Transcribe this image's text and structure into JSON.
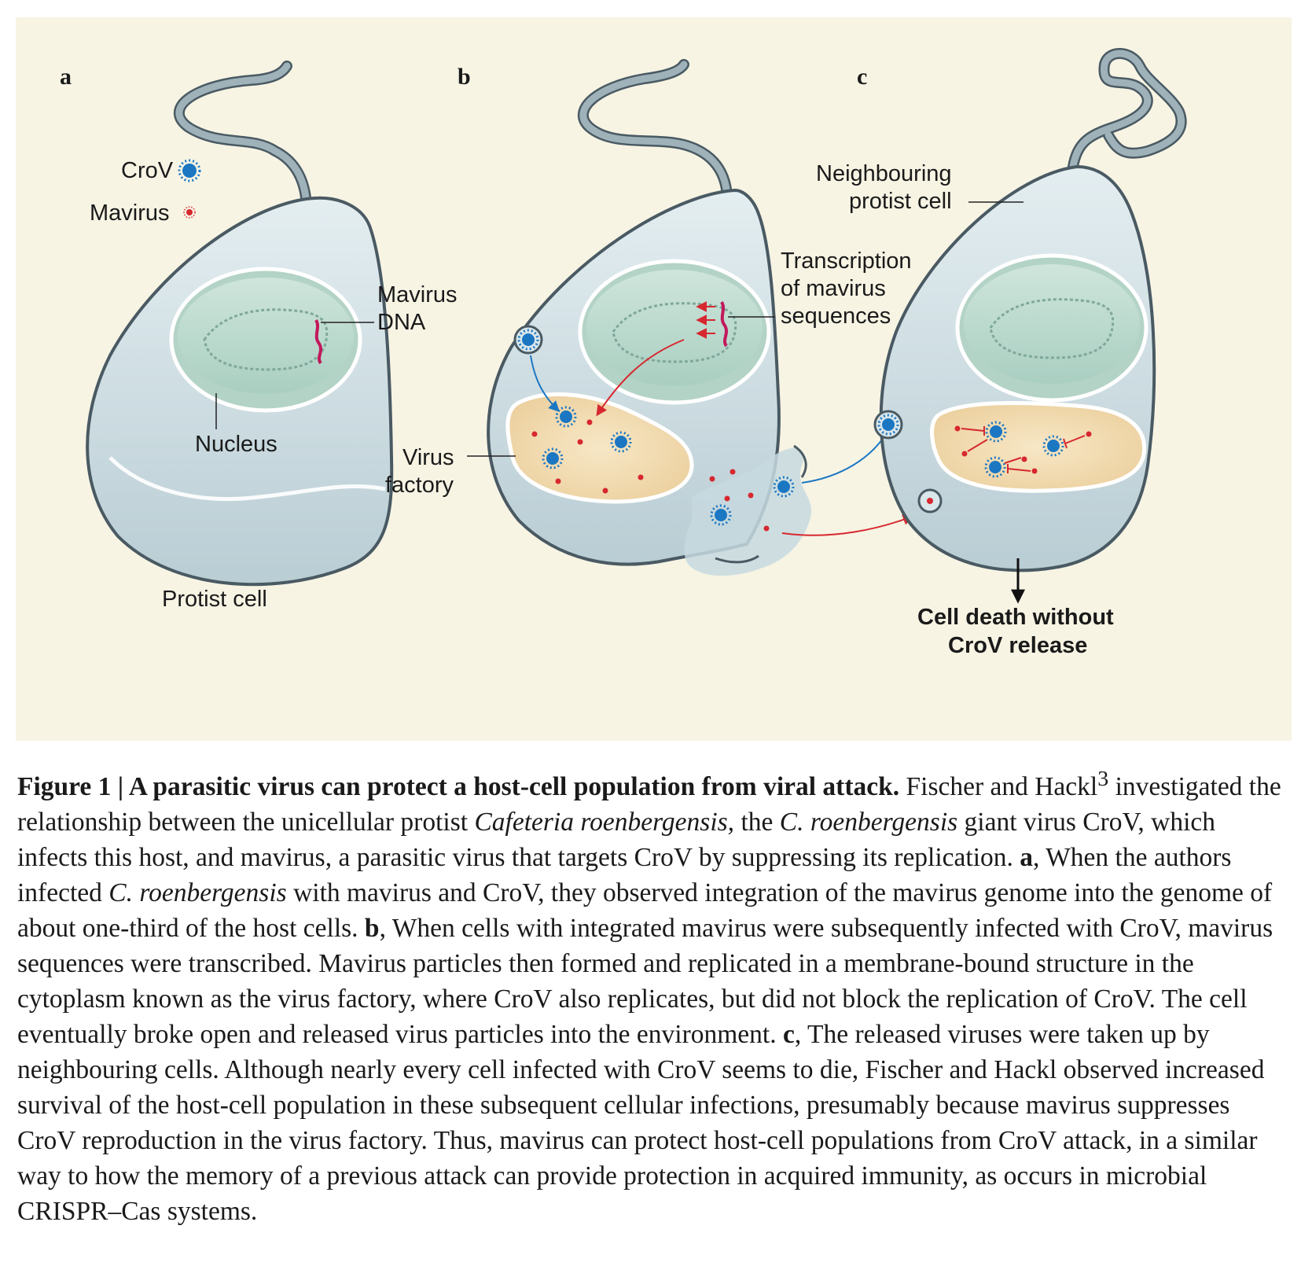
{
  "colors": {
    "background": "#f7f4e4",
    "cell_fill": "#d9e6ea",
    "cell_stroke": "#4a5a63",
    "nucleus_fill": "#bcd9cf",
    "factory_fill": "#f2ddb5",
    "crov": "#1c77c3",
    "mavirus": "#d7282f"
  },
  "diagram": {
    "panel_a": {
      "letter": "a",
      "legend_crov": "CroV",
      "legend_mavirus": "Mavirus",
      "mavirus_dna_line1": "Mavirus",
      "mavirus_dna_line2": "DNA",
      "nucleus": "Nucleus",
      "protist_cell": "Protist cell"
    },
    "panel_b": {
      "letter": "b",
      "transcription_line1": "Transcription",
      "transcription_line2": "of mavirus",
      "transcription_line3": "sequences",
      "virus_factory_line1": "Virus",
      "virus_factory_line2": "factory"
    },
    "panel_c": {
      "letter": "c",
      "neighbour_line1": "Neighbouring",
      "neighbour_line2": "protist cell",
      "death_line1": "Cell death without",
      "death_line2": "CroV release"
    }
  },
  "caption": {
    "title": "Figure 1 | A parasitic virus can protect a host-cell population from viral attack.",
    "s1": " Fischer and Hackl",
    "ref": "3",
    "s2": " investigated the relationship between the unicellular protist ",
    "i1": "Cafeteria roenbergensis,",
    "s3": " the ",
    "i2": "C. roenbergensis",
    "s4": " giant virus CroV, which infects this host, and mavirus, a parasitic virus that targets CroV by suppressing its replication. ",
    "b_a": "a",
    "s5": ", When the authors infected ",
    "i3": "C. roenbergensis",
    "s6": " with mavirus and CroV, they observed integration of the mavirus genome into the genome of about one-third of the host cells. ",
    "b_b": "b",
    "s7": ", When cells with integrated mavirus were subsequently infected with CroV, mavirus sequences were transcribed. Mavirus particles then formed and replicated in a membrane-bound structure in the cytoplasm known as the virus factory, where CroV also replicates, but did not block the replication of CroV. The cell eventually broke open and released virus particles into the environment. ",
    "b_c": "c",
    "s8": ", The released viruses were taken up by neighbouring cells. Although nearly every cell infected with CroV seems to die, Fischer and Hackl observed increased survival of the host-cell population in these subsequent cellular infections, presumably because mavirus suppresses CroV reproduction in the virus factory. Thus, mavirus can protect host-cell populations from CroV attack, in a similar way to how the memory of a previous attack can provide protection in acquired immunity, as occurs in microbial CRISPR–Cas systems."
  }
}
